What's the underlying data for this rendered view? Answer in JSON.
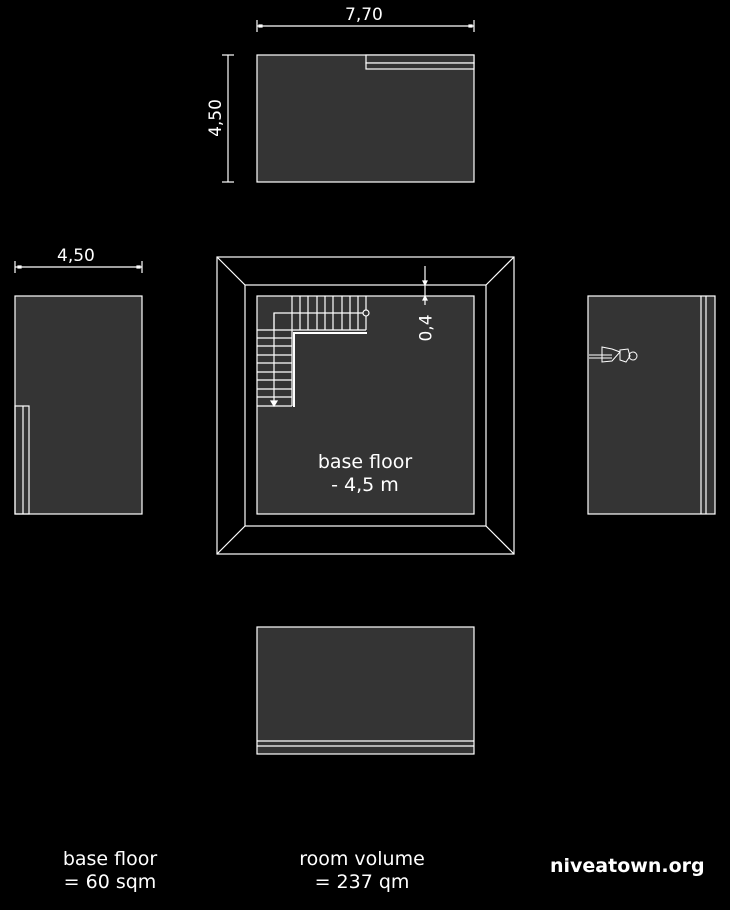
{
  "drawing": {
    "colors": {
      "background": "#000000",
      "fill": "#343434",
      "line": "#ffffff"
    },
    "top_elevation": {
      "width_dim": "7,70",
      "height_dim": "4,50"
    },
    "left_elevation": {
      "width_dim": "4,50"
    },
    "plan": {
      "room_label_line1": "base floor",
      "room_label_line2": "- 4,5 m",
      "wall_dim": "0,4"
    },
    "right_elevation": {
      "figure": "person-figure"
    },
    "bottom_elevation": {}
  },
  "footer": {
    "area_line1": "base floor",
    "area_line2": "= 60 sqm",
    "volume_line1": "room volume",
    "volume_line2": "= 237 qm",
    "credit": "niveatown.org"
  }
}
